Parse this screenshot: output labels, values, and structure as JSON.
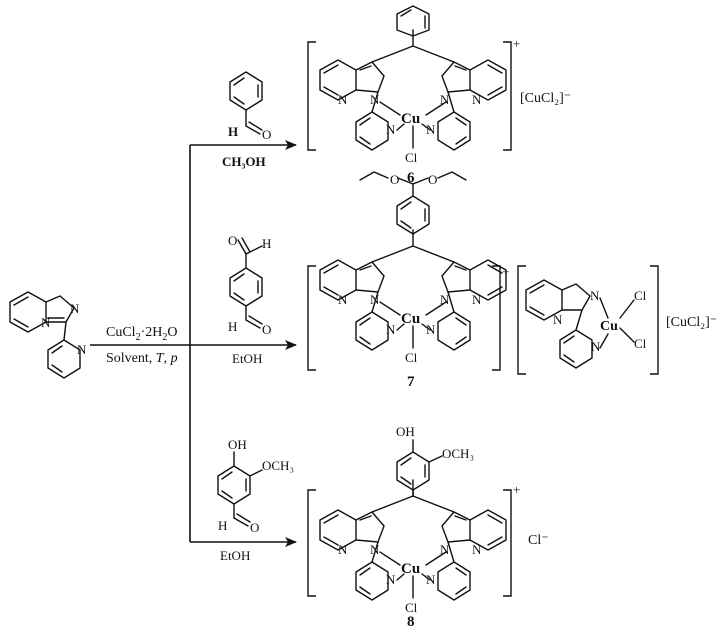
{
  "reactant": {
    "labels": {
      "N1": "N",
      "N2": "N",
      "N3": "N"
    }
  },
  "conditions": {
    "reagent_main": "CuCl",
    "reagent_sub": "2",
    "reagent_rest": "·2H",
    "reagent_sub2": "2",
    "reagent_end": "O",
    "line2_a": "Solvent, ",
    "line2_T": "T",
    "line2_b": ", ",
    "line2_p": "p"
  },
  "branches": {
    "top": {
      "aldehyde_H": "H",
      "aldehyde_O": "O",
      "solvent": "CH₃OH",
      "counter_ion": "[CuCl₂]⁻",
      "charge": "+",
      "compound_number": "6"
    },
    "middle": {
      "aldehyde_H1": "H",
      "aldehyde_O1": "O",
      "aldehyde_H2": "H",
      "aldehyde_O2": "O",
      "acetal_O1": "O",
      "acetal_O2": "O",
      "solvent": "EtOH",
      "counter_ion": "[CuCl₂]⁻",
      "charge": "+",
      "side_Cl1": "Cl",
      "side_Cl2": "Cl",
      "side_Cu": "Cu",
      "compound_number": "7"
    },
    "bottom": {
      "OH": "OH",
      "OCH3": "OCH₃",
      "aldehyde_H": "H",
      "aldehyde_O": "O",
      "solvent": "EtOH",
      "counter_ion": "Cl⁻",
      "charge": "+",
      "compound_number": "8"
    }
  },
  "complex_labels": {
    "Cu": "Cu",
    "Cl": "Cl",
    "N": "N"
  }
}
